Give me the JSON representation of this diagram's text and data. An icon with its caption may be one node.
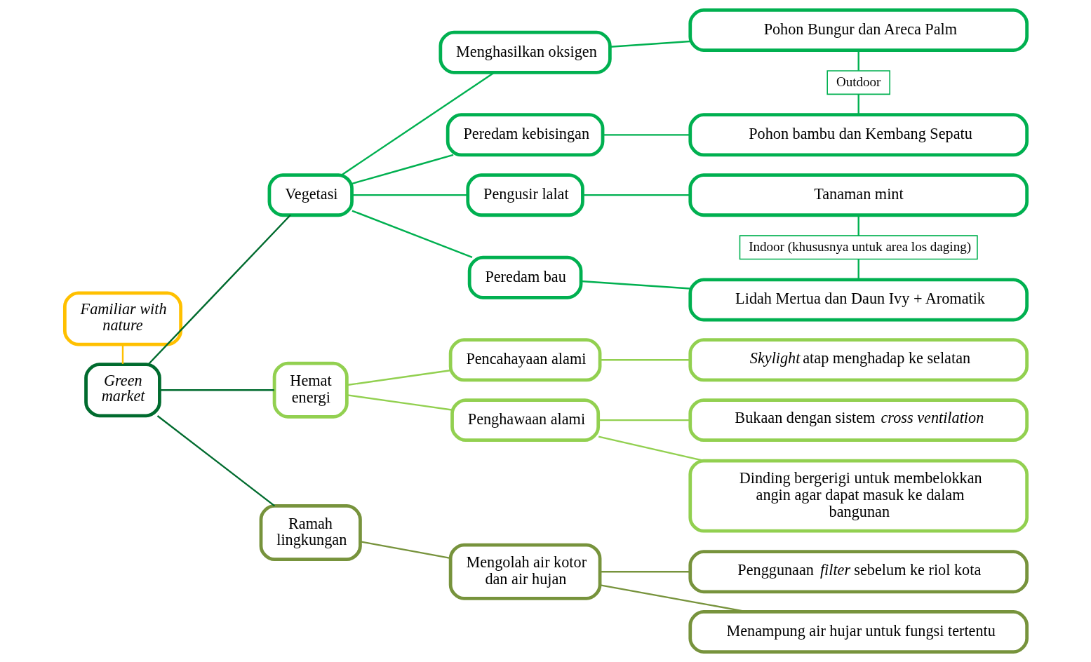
{
  "diagram": {
    "nodes": [
      {
        "text": [
          "Familiar with nature"
        ]
      },
      {
        "text": [
          "Green market"
        ]
      },
      {
        "text": [
          "Vegetasi"
        ]
      },
      {
        "text": [
          "Hemat energi"
        ]
      },
      {
        "text": [
          "Ramah lingkungan"
        ]
      },
      {
        "text": [
          "Menghasilkan oksigen"
        ]
      },
      {
        "text": [
          "Peredam kebisingan"
        ]
      },
      {
        "text": [
          "Pengusir lalat"
        ]
      },
      {
        "text": [
          "Peredam bau"
        ]
      },
      {
        "text": [
          "Pencahayaan alami"
        ]
      },
      {
        "text": [
          "Penghawaan alami"
        ]
      },
      {
        "text": [
          "Mengolah air kotor dan air hujan"
        ]
      },
      {
        "text": [
          "Pohon Bungur dan Areca Palm"
        ]
      },
      {
        "text": [
          "Outdoor"
        ]
      },
      {
        "text": [
          "Pohon bambu dan Kembang Sepatu"
        ]
      },
      {
        "text": [
          "Tanaman mint"
        ]
      },
      {
        "text": [
          "Indoor (khususnya untuk area los daging)"
        ]
      },
      {
        "text": [
          "Lidah Mertua dan Daun Ivy + Aromatik"
        ]
      },
      {
        "text": [
          "*Skylight* atap menghadap ke selatan"
        ]
      },
      {
        "text": [
          "Bukaan dengan sistem *cross ventilation*"
        ]
      },
      {
        "text": [
          "Dinding bergerigi untuk membelokkan angin agar dapat masuk ke dalam bangunan"
        ]
      },
      {
        "text": [
          "Penggunaan *filter* sebelum ke riol kota"
        ]
      },
      {
        "text": [
          "Menampung air hujar untuk fungsi tertentu"
        ]
      }
    ],
    "edges": [
      {
        "from": 0,
        "to": 1,
        "arrow": "none",
        "color": "#ffc000"
      },
      {
        "from": 1,
        "to": 2,
        "arrow": "none",
        "color": "#006b2e"
      },
      {
        "from": 1,
        "to": 3,
        "arrow": "none",
        "color": "#006b2e"
      },
      {
        "from": 1,
        "to": 4,
        "arrow": "none",
        "color": "#006b2e"
      },
      {
        "from": 2,
        "to": 5,
        "arrow": "none"
      },
      {
        "from": 2,
        "to": 6,
        "arrow": "none"
      },
      {
        "from": 2,
        "to": 7,
        "arrow": "none"
      },
      {
        "from": 2,
        "to": 8,
        "arrow": "none"
      },
      {
        "from": 3,
        "to": 9,
        "arrow": "none",
        "color": "#92d050"
      },
      {
        "from": 3,
        "to": 10,
        "arrow": "none",
        "color": "#92d050"
      },
      {
        "from": 4,
        "to": 11,
        "arrow": "none",
        "color": "#77933c"
      },
      {
        "from": 5,
        "to": 12,
        "arrow": "none"
      },
      {
        "from": 6,
        "to": 14,
        "arrow": "none"
      },
      {
        "from": 7,
        "to": 15,
        "arrow": "none"
      },
      {
        "from": 8,
        "to": 17,
        "arrow": "none"
      },
      {
        "from": 9,
        "to": 18,
        "arrow": "none",
        "color": "#92d050"
      },
      {
        "from": 10,
        "to": 19,
        "arrow": "none",
        "color": "#92d050"
      },
      {
        "from": 10,
        "to": 20,
        "arrow": "none",
        "color": "#92d050"
      },
      {
        "from": 11,
        "to": 21,
        "arrow": "none",
        "color": "#77933c"
      },
      {
        "from": 11,
        "to": 22,
        "arrow": "none",
        "color": "#77933c"
      },
      {
        "from": 12,
        "to": 13,
        "arrow": "none"
      },
      {
        "from": 13,
        "to": 14,
        "arrow": "none"
      },
      {
        "from": 15,
        "to": 16,
        "arrow": "none"
      },
      {
        "from": 16,
        "to": 17,
        "arrow": "none"
      }
    ]
  }
}
